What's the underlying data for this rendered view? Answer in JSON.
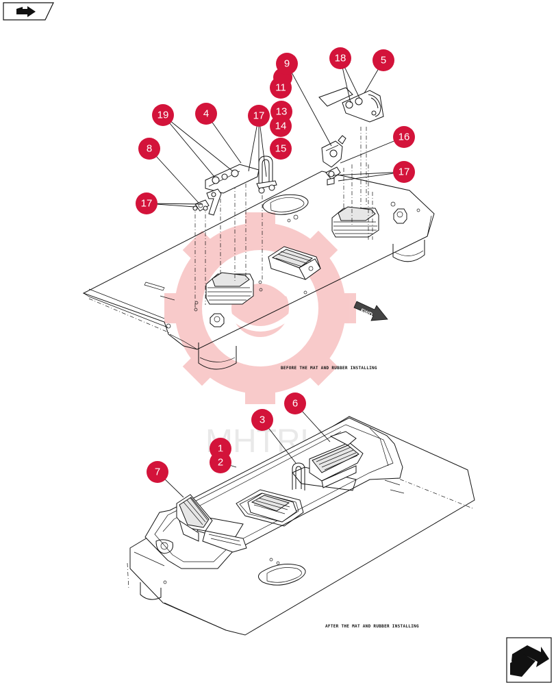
{
  "captions": {
    "before": "BEFORE THE MAT AND RUBBER INSTALLING",
    "after": "AFTER THE MAT AND RUBBER INSTALLING",
    "fwd": "FWD"
  },
  "watermark": {
    "text": "MHTRU",
    "color": "#f5a9a9"
  },
  "callout_color": "#d3133a",
  "callouts": [
    {
      "label": "18"
    },
    {
      "label": "5"
    },
    {
      "label": "9"
    },
    {
      "label": "11"
    },
    {
      "label": "13"
    },
    {
      "label": "14"
    },
    {
      "label": "15"
    },
    {
      "label": "19"
    },
    {
      "label": "4"
    },
    {
      "label": "17"
    },
    {
      "label": "8"
    },
    {
      "label": "16"
    },
    {
      "label": "17"
    },
    {
      "label": "17"
    },
    {
      "label": "6"
    },
    {
      "label": "3"
    },
    {
      "label": "1"
    },
    {
      "label": "2"
    },
    {
      "label": "7"
    }
  ],
  "nav": {
    "top_left": "navigation-arrow-icon",
    "bottom_right": "next-page-icon"
  }
}
